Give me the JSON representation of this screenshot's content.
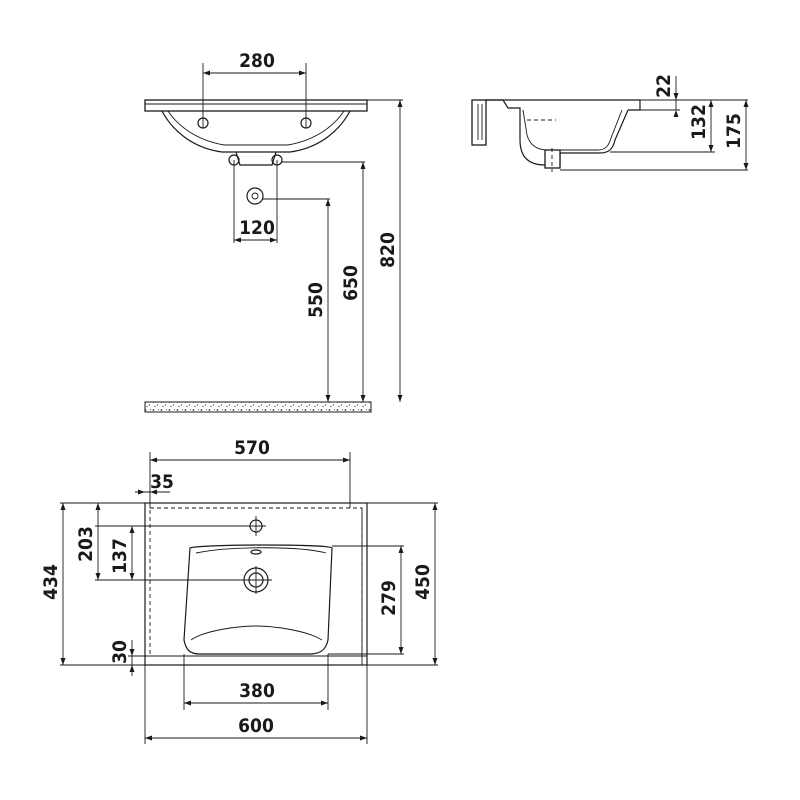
{
  "front_view": {
    "tap_spacing": "280",
    "waste_spacing": "120",
    "waste_height": "550",
    "overflow_height": "650",
    "rim_height": "820"
  },
  "side_view": {
    "rim_thickness": "22",
    "bowl_depth": "132",
    "total_height": "175"
  },
  "top_view": {
    "inner_width": "570",
    "side_offset": "35",
    "tap_hole_depth": "203",
    "drain_depth": "137",
    "total_depth": "434",
    "front_offset": "30",
    "bowl_depth": "279",
    "depth": "450",
    "bowl_width": "380",
    "width": "600"
  }
}
